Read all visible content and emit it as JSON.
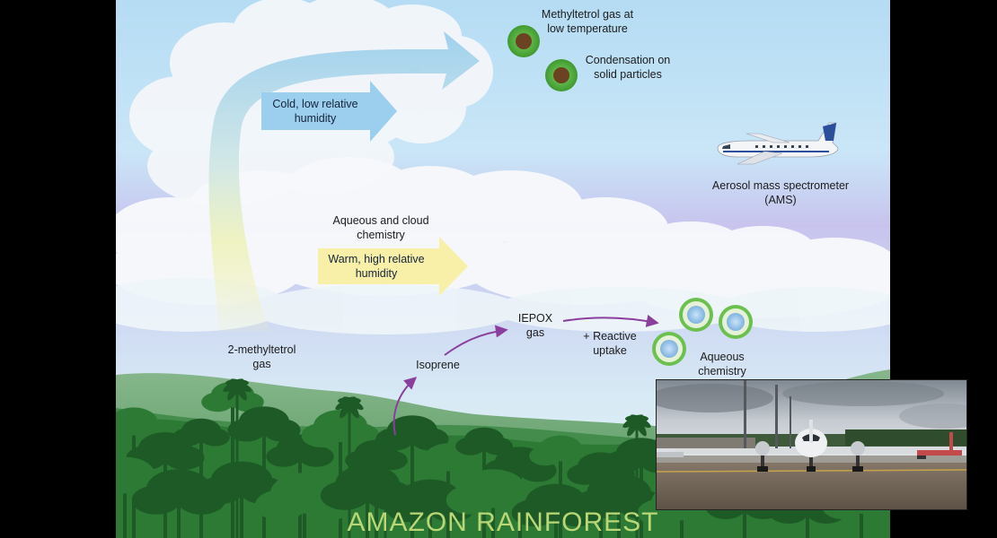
{
  "labels": {
    "methyltetrol_low_temp": "Methyltetrol gas at\nlow temperature",
    "condensation": "Condensation on\nsolid particles",
    "cold_humidity": "Cold, low relative\nhumidity",
    "ams": "Aerosol mass spectrometer\n(AMS)",
    "aqueous_cloud": "Aqueous and cloud\nchemistry",
    "warm_humidity": "Warm, high relative\nhumidity",
    "iepox": "IEPOX\ngas",
    "reactive_uptake": "+ Reactive\nuptake",
    "aqueous_chem": "Aqueous\nchemistry",
    "methyltetrol": "2-methyltetrol\ngas",
    "isoprene": "Isoprene"
  },
  "title": "AMAZON RAINFOREST",
  "colors": {
    "sky_top": "#b8def5",
    "sky_band": "#c7c5ef",
    "cold_arrow": "#9ccfee",
    "warm_arrow": "#f8f0a8",
    "reaction_arrow": "#8a3f9c",
    "forest_dark": "#1d5a26",
    "forest_mid": "#2d7a35",
    "title_green": "#b9d776",
    "particle_outer": "#5bb340",
    "particle_core": "#6b4322",
    "droplet_core": "#8fc0e8"
  },
  "icons": [
    "airplane-icon",
    "solid-particle-icon",
    "aqueous-droplet-icon",
    "tree-icon"
  ]
}
